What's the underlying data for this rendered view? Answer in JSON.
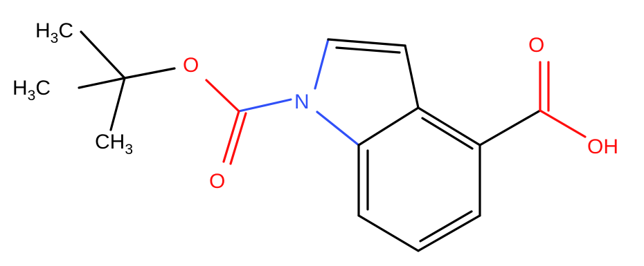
{
  "molecule": {
    "colors": {
      "bond": "#000000",
      "oxygen": "#ff0d0d",
      "nitrogen": "#3050f8",
      "carbon_label": "#000000"
    },
    "atoms": {
      "ch3_top": {
        "main": "H",
        "sub": "3",
        "tail": "C"
      },
      "ch3_mid": {
        "main": "H",
        "sub": "3",
        "tail": "C"
      },
      "ch3_bottom": {
        "main": "CH",
        "sub": "3"
      },
      "ester_o": "O",
      "carbonyl_o": "O",
      "nitrogen": "N",
      "acid_o": "O",
      "acid_oh": "OH"
    }
  }
}
